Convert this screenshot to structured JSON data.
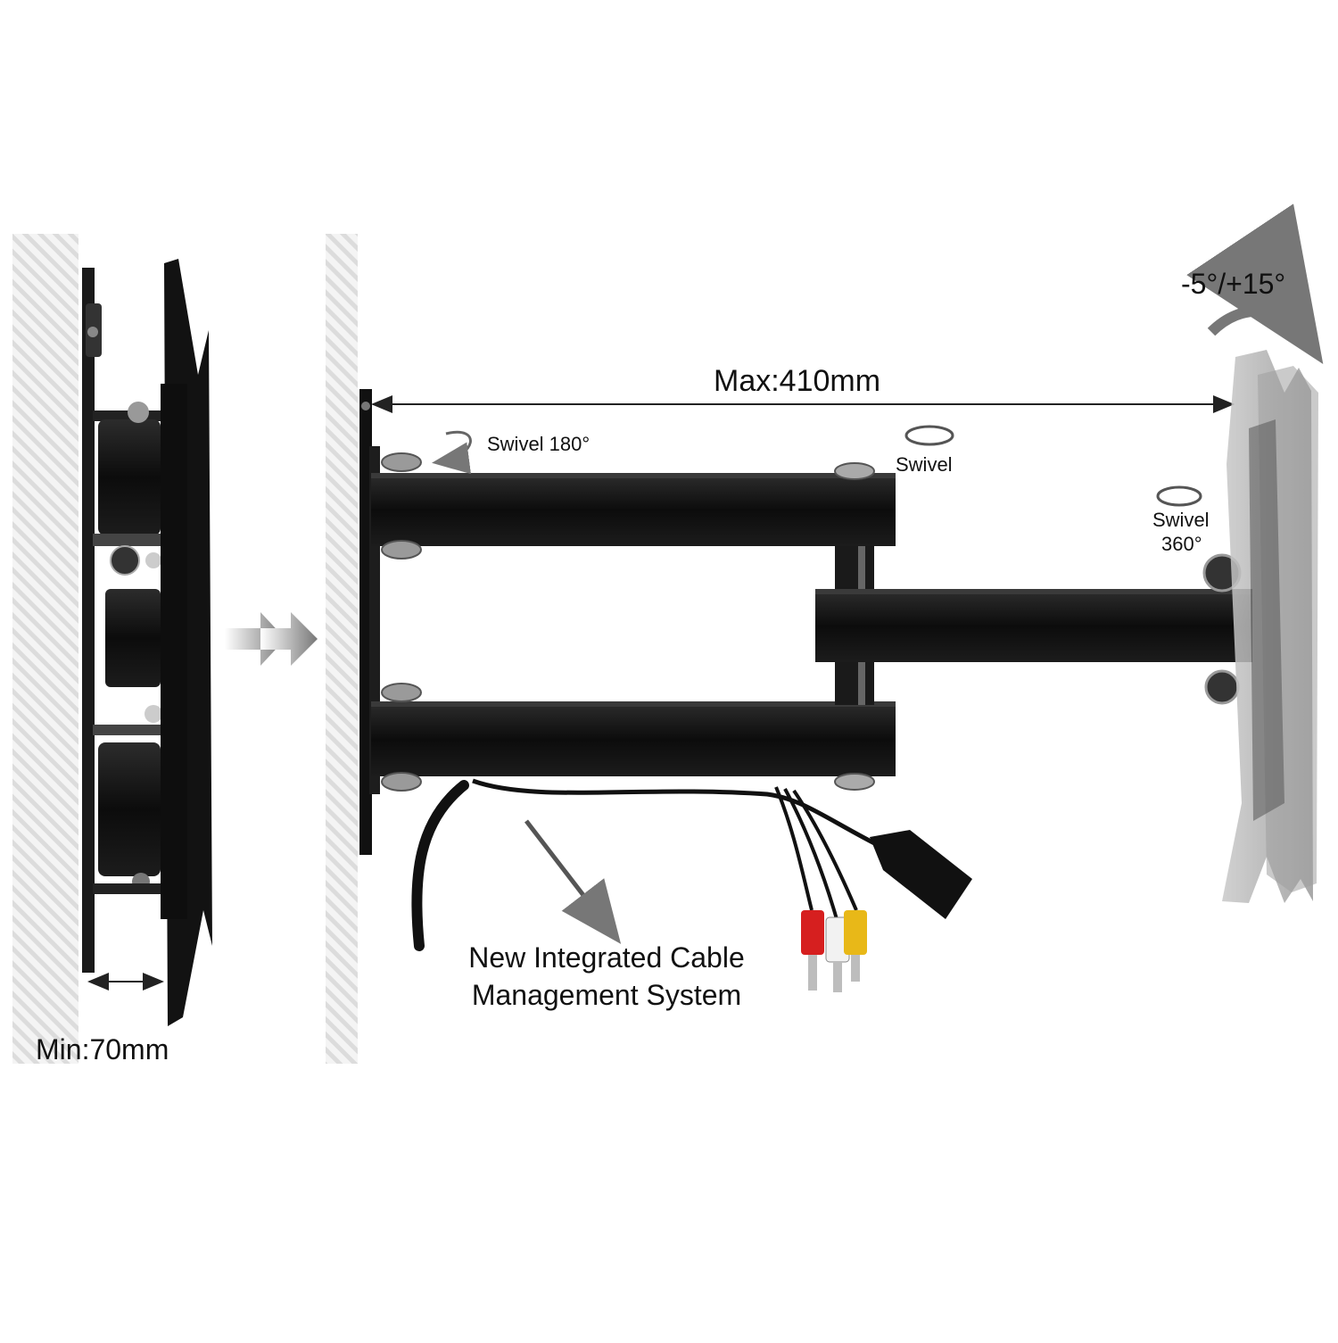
{
  "labels": {
    "tilt": "-5°/+15°",
    "max_depth": "Max:410mm",
    "swivel_180": "Swivel 180°",
    "swivel_mid": "Swivel",
    "swivel_360_line1": "Swivel",
    "swivel_360_line2": "360°",
    "min_depth": "Min:70mm",
    "cable_line1": "New Integrated Cable",
    "cable_line2": "Management System"
  },
  "colors": {
    "wall_hatch": "#e6e6e6",
    "metal": "#111111",
    "plate_ghost": "#b5b5b5",
    "arrow_gray": "#777777",
    "rca_red": "#d61f1f",
    "rca_white": "#f2f2f2",
    "rca_yellow": "#e8b818"
  }
}
